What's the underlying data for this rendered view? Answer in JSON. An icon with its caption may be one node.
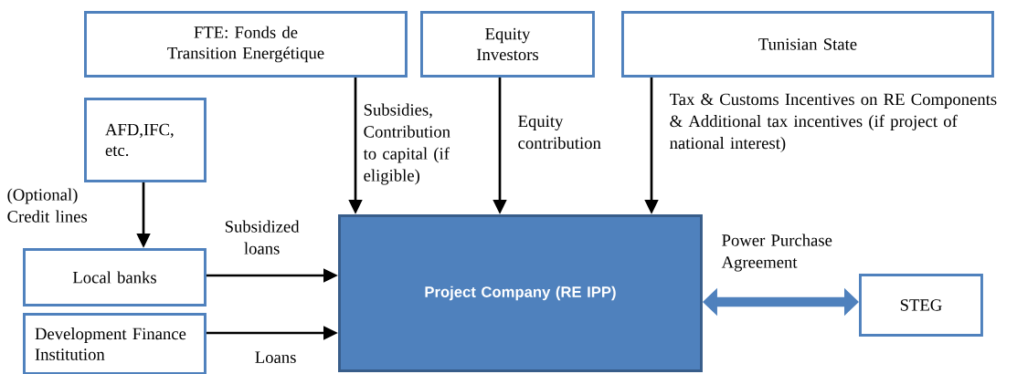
{
  "diagram": {
    "nodes": [
      {
        "text": [
          "FTE: Fonds de Transition Energétique"
        ]
      },
      {
        "text": [
          "Equity Investors"
        ]
      },
      {
        "text": [
          "Tunisian State"
        ]
      },
      {
        "text": [
          "AFD,IFC, etc."
        ]
      },
      {
        "text": [
          "Local banks"
        ]
      },
      {
        "text": [
          "Development Finance Institution"
        ]
      },
      {
        "text": [
          "Project Company (RE IPP)"
        ]
      },
      {
        "text": [
          "STEG"
        ]
      }
    ],
    "edges": [
      {
        "from": 0,
        "to": 6,
        "arrow": "to",
        "label": "Subsidies, Contribution to capital (if eligible)"
      },
      {
        "from": 1,
        "to": 6,
        "arrow": "to",
        "label": "Equity contribution"
      },
      {
        "from": 2,
        "to": 6,
        "arrow": "to",
        "label": "Tax & Customs Incentives on RE Components & Additional tax incentives (if project of national interest)"
      },
      {
        "from": 3,
        "to": 4,
        "arrow": "to",
        "label": "(Optional) Credit lines"
      },
      {
        "from": 4,
        "to": 6,
        "arrow": "to",
        "label": "Subsidized loans"
      },
      {
        "from": 5,
        "to": 6,
        "arrow": "to",
        "label": "Loans"
      },
      {
        "from": 6,
        "to": 7,
        "arrow": "both",
        "label": "Power Purchase Agreement",
        "style": "thick",
        "color": "#4f81bd"
      }
    ]
  }
}
